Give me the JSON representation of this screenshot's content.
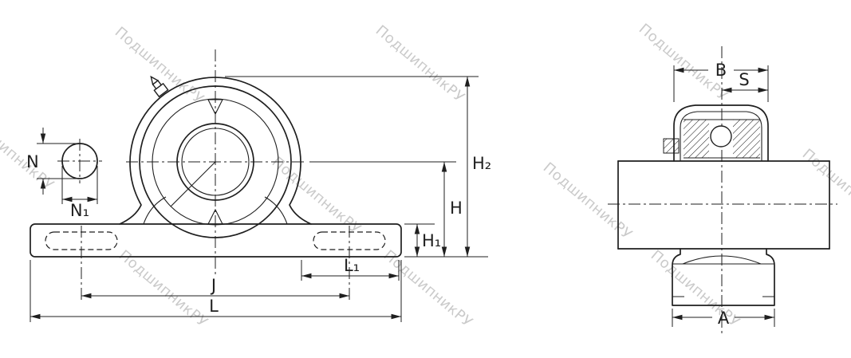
{
  "watermark": {
    "text": "ПодшипникРУ"
  },
  "front_view": {
    "labels": {
      "N": "N",
      "N1": "N₁",
      "H2": "H₂",
      "H": "H",
      "H1": "H₁",
      "L1": "L₁",
      "J": "J",
      "L": "L"
    }
  },
  "side_view": {
    "labels": {
      "B": "B",
      "S": "S",
      "A": "A"
    }
  },
  "colors": {
    "line": "#1f1f1f",
    "watermark": "#bdbdbd",
    "background": "#ffffff"
  }
}
